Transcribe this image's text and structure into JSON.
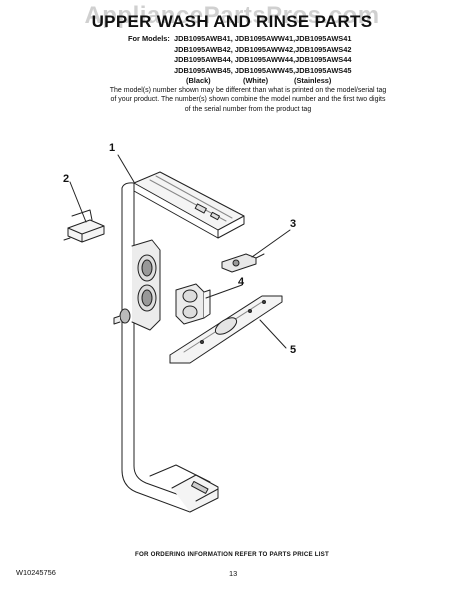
{
  "watermark": "AppliancePartsPros.com",
  "title": "UPPER WASH AND RINSE PARTS",
  "models": {
    "lead": "For Models:",
    "rows": [
      "JDB1095AWB41, JDB1095AWW41,JDB1095AWS41",
      "JDB1095AWB42, JDB1095AWW42,JDB1095AWS42",
      "JDB1095AWB44, JDB1095AWW44,JDB1095AWS44",
      "JDB1095AWB45, JDB1095AWW45,JDB1095AWS45"
    ],
    "colors": [
      "(Black)",
      "(White)",
      "(Stainless)"
    ]
  },
  "note": "The model(s) number shown may be different than what is printed on the model/serial tag of your product. The number(s) shown combine the model number and the first two digits of the serial number from the product tag",
  "callouts": [
    "1",
    "2",
    "3",
    "4",
    "5"
  ],
  "footer": {
    "order_info": "FOR ORDERING INFORMATION REFER TO PARTS PRICE LIST",
    "doc_code": "W10245756",
    "page_number": "13"
  }
}
